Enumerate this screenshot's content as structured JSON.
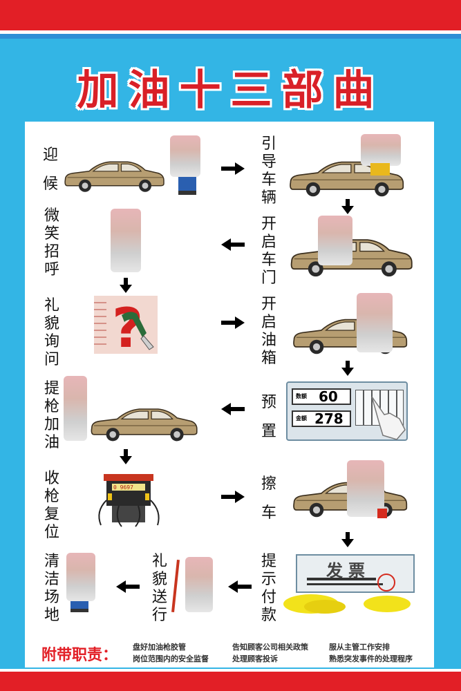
{
  "title": "加油十三部曲",
  "steps": {
    "s1": "迎候",
    "s2": "引导车辆",
    "s3": "开启车门",
    "s4": "微笑招呼",
    "s5": "礼貌询问",
    "s6": "开启油箱",
    "s7": "预置",
    "s8": "提枪加油",
    "s9": "收枪复位",
    "s10": "擦车",
    "s11": "提示付款",
    "s12": "礼貌送行",
    "s13": "清洁场地"
  },
  "preset_panel": {
    "amount_label": "数额",
    "amount_value": "60",
    "volume_label": "金额",
    "volume_value": "278"
  },
  "invoice_text": "发票",
  "pump_display": "0 9697",
  "footer": {
    "title": "附带职责：",
    "duties": [
      "盘好加油枪胶管",
      "岗位范围内的安全监督",
      "告知顾客公司相关政策",
      "处理顾客投诉",
      "服从主管工作安排",
      "熟悉突发事件的处理程序"
    ]
  },
  "colors": {
    "red": "#e21f26",
    "blue": "#33b5e5",
    "car": "#b79e72"
  }
}
